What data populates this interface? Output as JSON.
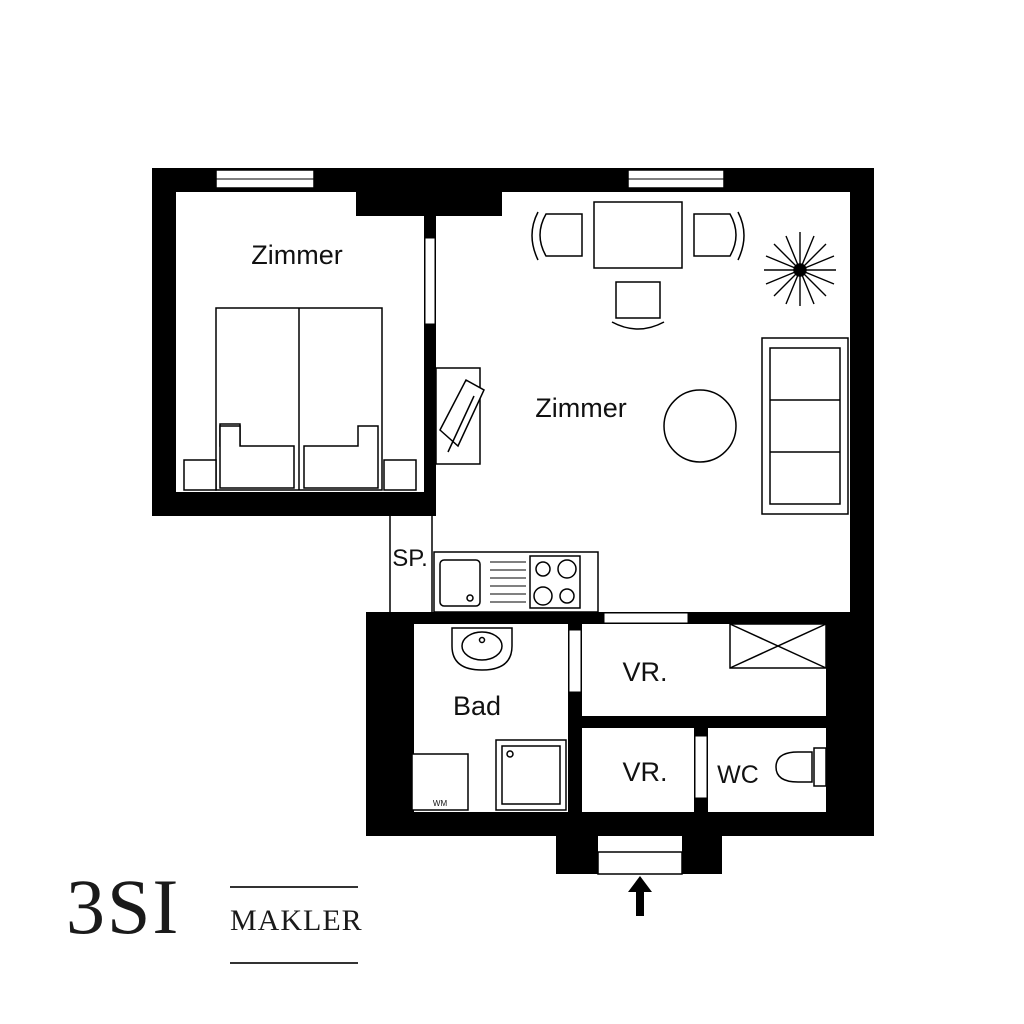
{
  "rooms": {
    "bedroom": "Zimmer",
    "living": "Zimmer",
    "pantry": "SP.",
    "bathroom": "Bad",
    "hall_upper": "VR.",
    "hall_lower": "VR.",
    "toilet": "WC",
    "washer": "WM"
  },
  "logo": {
    "mark": "3SI",
    "word": "MAKLER"
  },
  "icons": {
    "entrance": "entrance-arrow-icon",
    "plant": "plant-icon"
  }
}
